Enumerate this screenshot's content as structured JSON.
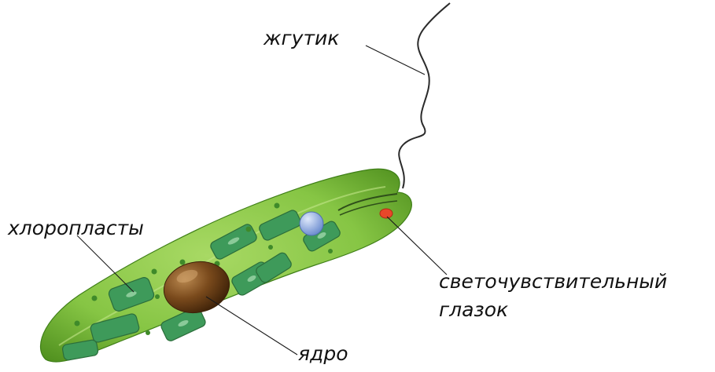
{
  "labels": {
    "flagellum": "жгутик",
    "chloroplasts": "хлоропласты",
    "eyespot_line1": "светочувствительный",
    "eyespot_line2": "глазок",
    "nucleus": "ядро"
  },
  "colors": {
    "body": "#7fc241",
    "body_dark": "#4f8f1e",
    "chloroplast": "#3e9a5a",
    "nucleus": "#7a4a1c",
    "vacuole": "#8fb0e6",
    "eyespot": "#e8472a",
    "text": "#111111"
  }
}
